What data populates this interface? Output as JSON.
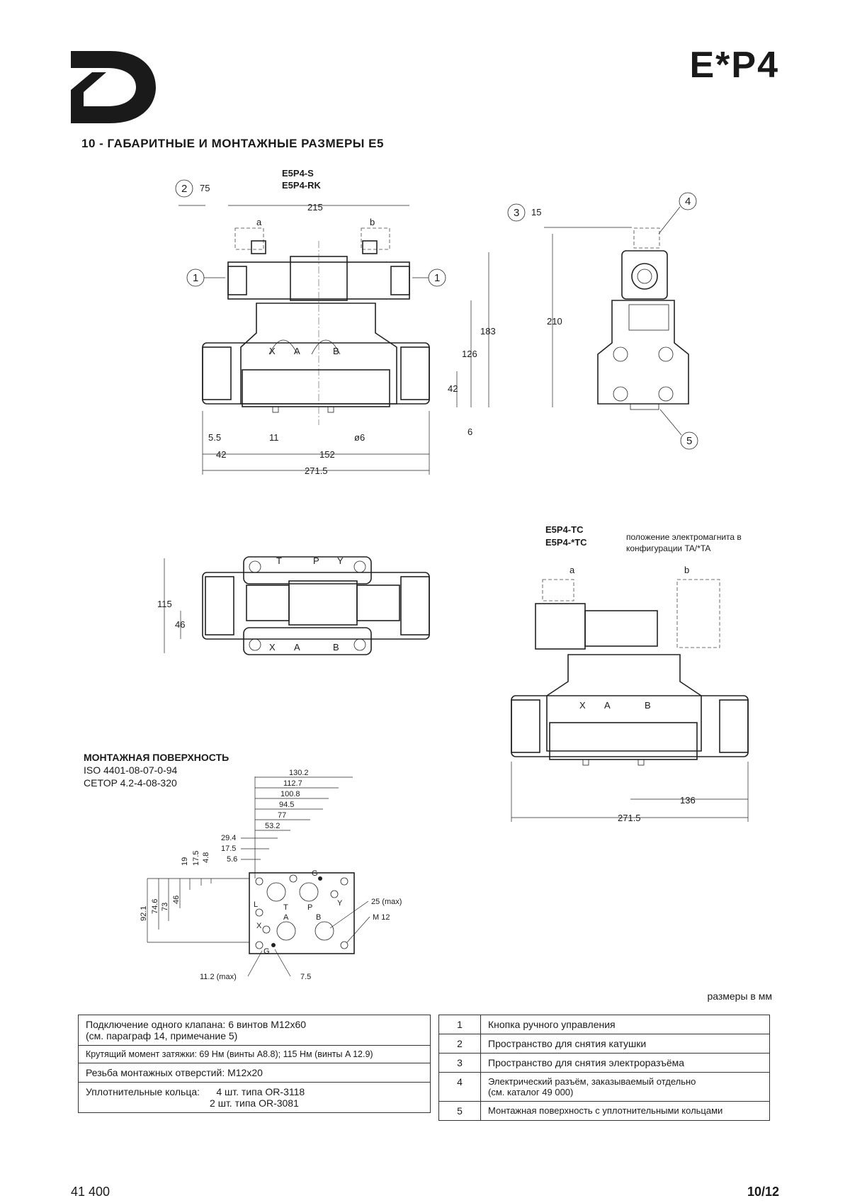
{
  "header": {
    "model": "E*P4",
    "section_title": "10 - ГАБАРИТНЫЕ И МОНТАЖНЫЕ РАЗМЕРЫ E5"
  },
  "front_view": {
    "models": [
      "E5P4-S",
      "E5P4-RK"
    ],
    "callouts": [
      "1",
      "1",
      "2",
      "3",
      "4",
      "5"
    ],
    "solenoids": [
      "a",
      "b"
    ],
    "ports": [
      "X",
      "A",
      "B"
    ],
    "dims": {
      "coil_removal": "75",
      "coil_width": "215",
      "height_total": "183",
      "height_body": "126",
      "height_port": "42",
      "pin": "6",
      "pin_offset": "5.5",
      "pin_spacing": "11",
      "pin_diameter": "ø6",
      "left_offset": "42",
      "mounting_length": "152",
      "total_length": "271.5"
    }
  },
  "side_view": {
    "dims": {
      "connector_removal": "15",
      "height": "210"
    }
  },
  "top_view": {
    "ports_top": [
      "T",
      "P",
      "Y"
    ],
    "ports_bottom": [
      "X",
      "A",
      "B"
    ],
    "dims": {
      "width": "115",
      "offset": "46"
    }
  },
  "tc_view": {
    "models": [
      "E5P4-TC",
      "E5P4-*TC"
    ],
    "note": "положение электромагнита в конфигурации TA/*TA",
    "solenoids": [
      "a",
      "b"
    ],
    "ports": [
      "X",
      "A",
      "B"
    ],
    "dims": {
      "offset": "136",
      "total_length": "271.5"
    }
  },
  "mounting_surface": {
    "title": "МОНТАЖНАЯ ПОВЕРХНОСТЬ",
    "standard_iso": "ISO 4401-08-07-0-94",
    "standard_cetop": "CETOP 4.2-4-08-320",
    "horizontal_dims": [
      "130.2",
      "112.7",
      "100.8",
      "94.5",
      "77",
      "53.2",
      "29.4",
      "17.5",
      "5.6"
    ],
    "vertical_dims": [
      "19",
      "17.5",
      "4.8",
      "92.1",
      "74.6",
      "73",
      "46"
    ],
    "port_labels": [
      "G",
      "L",
      "T",
      "P",
      "Y",
      "X",
      "A",
      "B",
      "G"
    ],
    "notes": {
      "port_max": "25 (max)",
      "thread": "M 12",
      "pin_max": "11.2 (max)",
      "pin_dim": "7.5"
    }
  },
  "units_note": "размеры в мм",
  "table_left": {
    "rows": [
      "Подключение одного клапана: 6 винтов M12x60\n(см. параграф 14, примечание 5)",
      "Крутящий момент затяжки: 69 Нм (винты A8.8);  115 Нм (винты A 12.9)",
      "Резьба монтажных отверстий: M12x20",
      "Уплотнительные кольца:      4 шт. типа OR-3118\n                                             2 шт. типа OR-3081"
    ]
  },
  "table_right": {
    "rows": [
      {
        "num": "1",
        "text": "Кнопка ручного управления"
      },
      {
        "num": "2",
        "text": "Пространство для снятия катушки"
      },
      {
        "num": "3",
        "text": "Пространство для снятия электроразъёма"
      },
      {
        "num": "4",
        "text": "Электрический разъём, заказываемый отдельно\n(см. каталог 49 000)"
      },
      {
        "num": "5",
        "text": "Монтажная поверхность с уплотнительными кольцами"
      }
    ]
  },
  "footer": {
    "doc_number": "41 400",
    "page": "10/12"
  }
}
